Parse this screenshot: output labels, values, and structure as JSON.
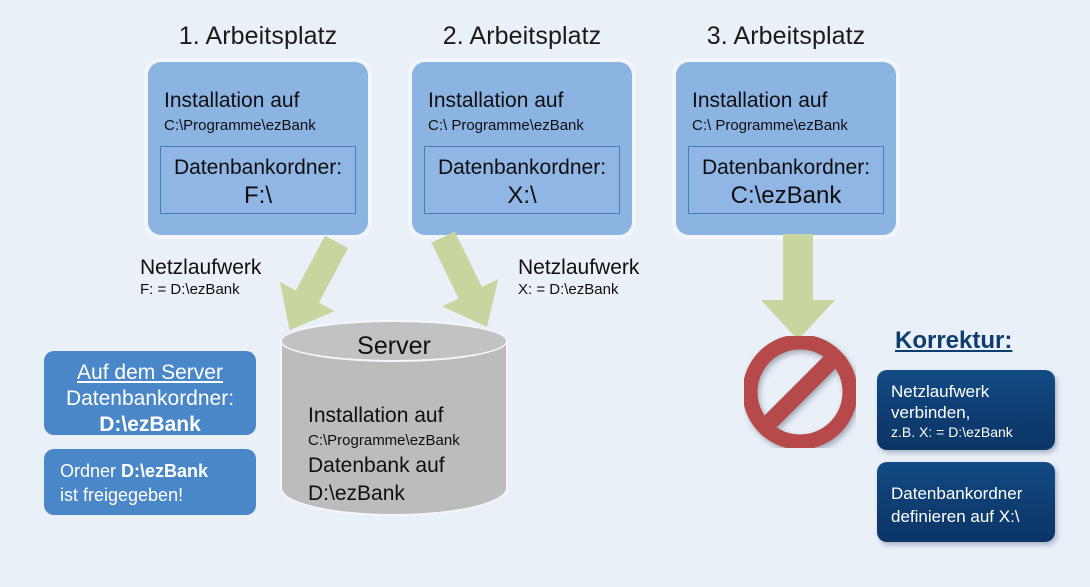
{
  "diagram": {
    "title": "ezBank Netzwerk-Installation Diagramm",
    "background_color": "#eaf0f8",
    "colors": {
      "workstation_box": "#8cb4e3",
      "inner_box_border": "#4a7cb5",
      "arrow_green": "#c6d69e",
      "server_gray": "#bcbcbc",
      "info_box_blue": "#4a87c8",
      "dark_box_blue": "#0e3f75",
      "prohibition_red": "#b64a4a",
      "korrektur_text": "#0d3c6e"
    }
  },
  "workstations": [
    {
      "heading": "1. Arbeitsplatz",
      "install_label": "Installation auf",
      "install_path": "C:\\Programme\\ezBank",
      "db_label": "Datenbankordner:",
      "db_value": "F:\\"
    },
    {
      "heading": "2. Arbeitsplatz",
      "install_label": "Installation auf",
      "install_path": "C:\\ Programme\\ezBank",
      "db_label": "Datenbankordner:",
      "db_value": "X:\\"
    },
    {
      "heading": "3. Arbeitsplatz",
      "install_label": "Installation auf",
      "install_path": "C:\\ Programme\\ezBank",
      "db_label": "Datenbankordner:",
      "db_value": "C:\\ezBank"
    }
  ],
  "network_drives": [
    {
      "title": "Netzlaufwerk",
      "mapping": "F:  =  D:\\ezBank"
    },
    {
      "title": "Netzlaufwerk",
      "mapping": "X:  =  D:\\ezBank"
    }
  ],
  "server": {
    "title": "Server",
    "install_label": "Installation auf",
    "install_path": "C:\\Programme\\ezBank",
    "db_label": "Datenbank auf",
    "db_path": "D:\\ezBank"
  },
  "server_info": {
    "box1": {
      "line1": "Auf dem Server",
      "line2": "Datenbankordner:",
      "line3": "D:\\ezBank"
    },
    "box2": {
      "line1_prefix": "Ordner ",
      "line1_bold": "D:\\ezBank",
      "line2": "ist freigegeben!"
    }
  },
  "correction": {
    "title": "Korrektur:",
    "step1": {
      "line1": "Netzlaufwerk",
      "line2": "verbinden,",
      "line3": "z.B. X:  =  D:\\ezBank"
    },
    "step2": {
      "line1": "Datenbankordner",
      "line2": "definieren auf X:\\"
    }
  },
  "icons": {
    "prohibition": "prohibition-sign",
    "arrow_1": "arrow-down-right",
    "arrow_2": "arrow-down-left",
    "arrow_3": "arrow-down"
  }
}
